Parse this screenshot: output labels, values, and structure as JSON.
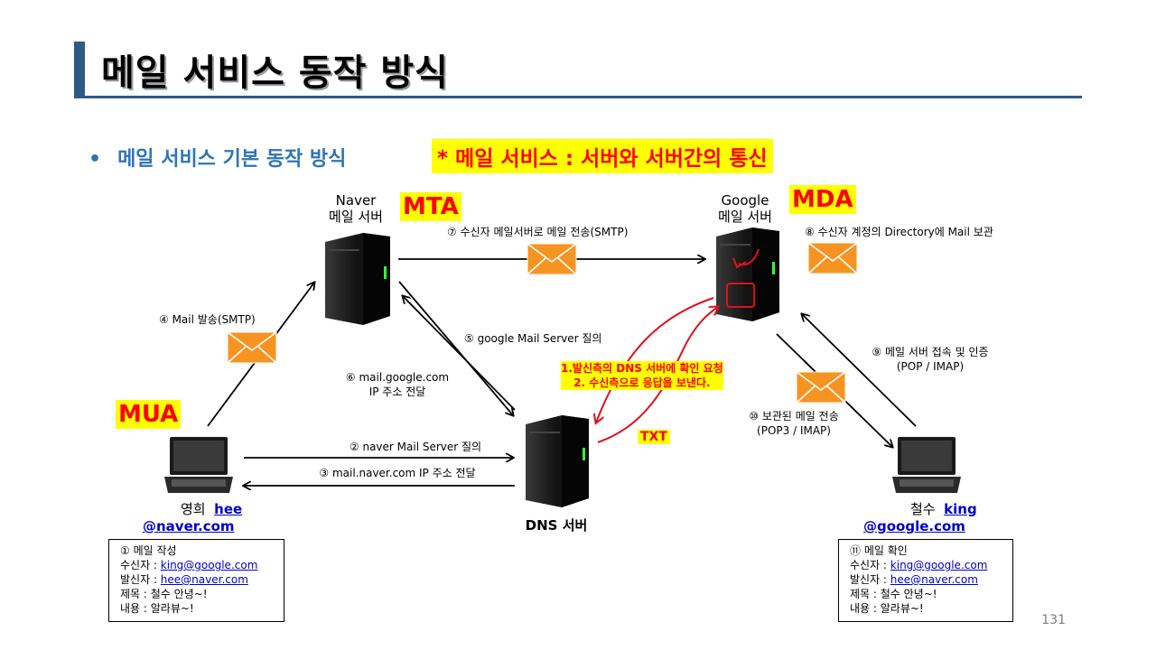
{
  "title": "메일 서비스 동작 방식",
  "bullet": "메일 서비스 기본 동작 방식",
  "highlight_note": "* 메일 서비스 : 서버와 서버간의 통신",
  "tags": {
    "mta": "MTA",
    "mda": "MDA",
    "mua": "MUA",
    "txt": "TXT"
  },
  "servers": {
    "naver_name": "Naver",
    "naver_sub": "메일 서버",
    "google_name": "Google",
    "google_sub": "메일 서버",
    "dns": "DNS 서버"
  },
  "clients": {
    "left_name": "영희",
    "left_link_1": "hee",
    "left_link_2": "@naver.com",
    "right_name": "철수",
    "right_link_1": "king",
    "right_link_2": "@google.com"
  },
  "steps": {
    "s2": "② naver Mail Server 질의",
    "s3": "③ mail.naver.com  IP 주소 전달",
    "s4": "④ Mail 발송(SMTP)",
    "s5": "⑤ google  Mail Server 질의",
    "s6_1": "⑥ mail.google.com",
    "s6_2": "IP 주소 전달",
    "s7": "⑦ 수신자 메일서버로 메일 전송(SMTP)",
    "s8": "⑧ 수신자 계정의 Directory에 Mail 보관",
    "s9_1": "⑨ 메일 서버 접속 및 인증",
    "s9_2": "(POP / IMAP)",
    "s10_1": "⑩ 보관된 메일 전송",
    "s10_2": "(POP3 / IMAP)"
  },
  "dns_note": {
    "line1": "1.발신측의 DNS 서버에 확인 요청",
    "line2": "2. 수신측으로 응답을 보낸다."
  },
  "compose_box": {
    "title": "① 메일 작성",
    "to_label": "수신자 : ",
    "to_value": "king@google.com",
    "from_label": "발신자 : ",
    "from_value": "hee@naver.com",
    "subject": "제목 : 철수 안녕~!",
    "body": "내용 : 알라뷰~!"
  },
  "check_box": {
    "title": "⑪ 메일 확인",
    "to_label": "수신자 : ",
    "to_value": "king@google.com",
    "from_label": "발신자 : ",
    "from_value": "hee@naver.com",
    "subject": "제목 : 철수 안녕~!",
    "body": "내용 : 알라뷰~!"
  },
  "page_number": "131",
  "colors": {
    "accent": "#2e5a87",
    "bullet": "#2e75b6",
    "highlight": "#ffff00",
    "alert": "#ff0000",
    "envelope": "#f79421",
    "link": "#0000cc"
  }
}
